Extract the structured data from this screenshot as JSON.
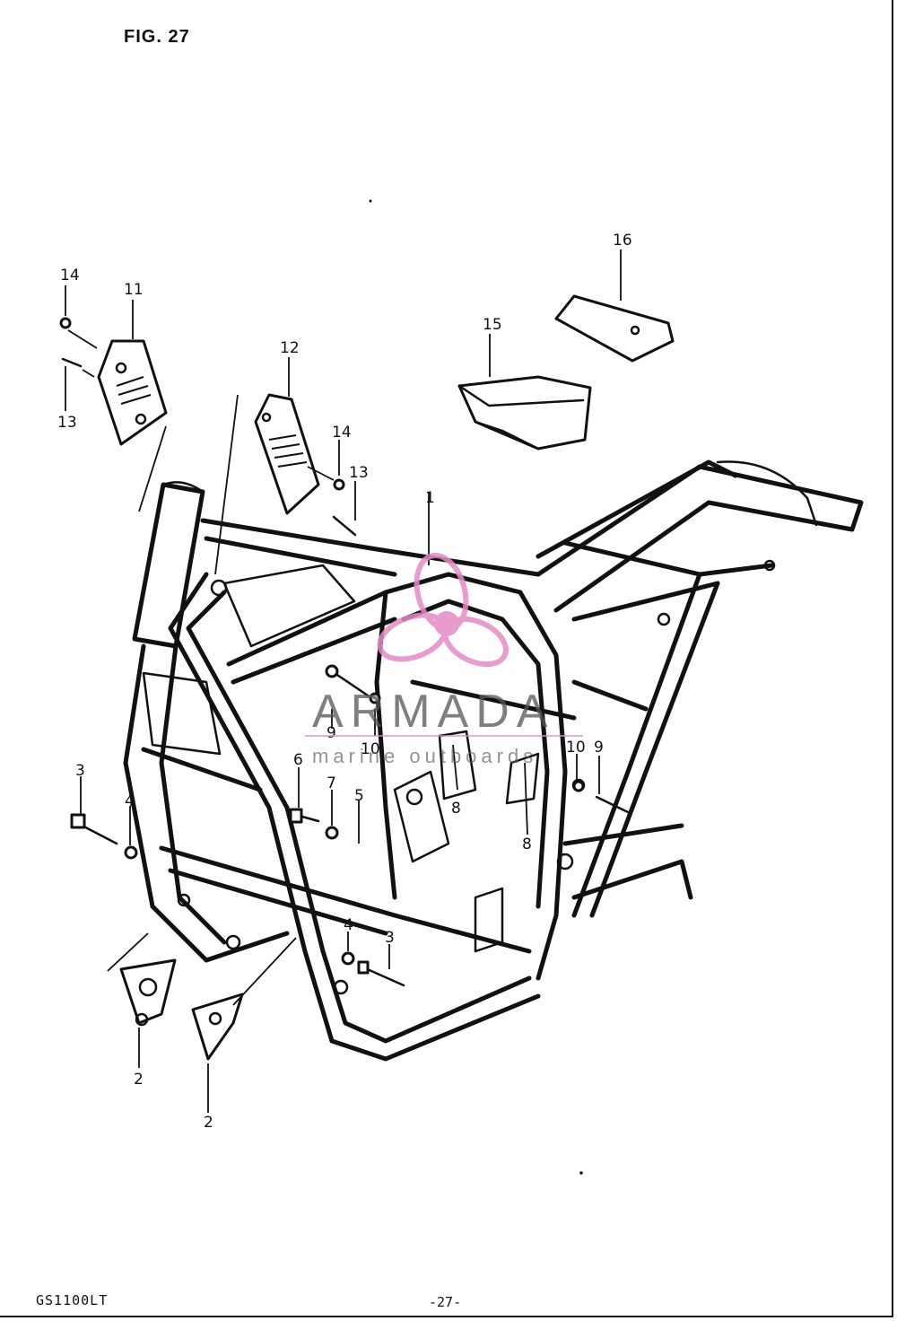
{
  "figure": {
    "title": "FIG. 27"
  },
  "footer": {
    "model": "GS1100LT",
    "page": "-27-"
  },
  "watermark": {
    "brand": "ARMADA",
    "tagline": "marine outboards",
    "logo_color": "#e58bc5",
    "text_color": "#555555"
  },
  "callouts": [
    {
      "id": "c14a",
      "label": "14"
    },
    {
      "id": "c11",
      "label": "11"
    },
    {
      "id": "c13a",
      "label": "13"
    },
    {
      "id": "c12",
      "label": "12"
    },
    {
      "id": "c14b",
      "label": "14"
    },
    {
      "id": "c13b",
      "label": "13"
    },
    {
      "id": "c15",
      "label": "15"
    },
    {
      "id": "c16",
      "label": "16"
    },
    {
      "id": "c1",
      "label": "1"
    },
    {
      "id": "c9a",
      "label": "9"
    },
    {
      "id": "c10a",
      "label": "10"
    },
    {
      "id": "c6",
      "label": "6"
    },
    {
      "id": "c7",
      "label": "7"
    },
    {
      "id": "c5",
      "label": "5"
    },
    {
      "id": "c8a",
      "label": "8"
    },
    {
      "id": "c8b",
      "label": "8"
    },
    {
      "id": "c10b",
      "label": "10"
    },
    {
      "id": "c9b",
      "label": "9"
    },
    {
      "id": "c3a",
      "label": "3"
    },
    {
      "id": "c4a",
      "label": "4"
    },
    {
      "id": "c4b",
      "label": "4"
    },
    {
      "id": "c3b",
      "label": "3"
    },
    {
      "id": "c2a",
      "label": "2"
    },
    {
      "id": "c2b",
      "label": "2"
    }
  ]
}
